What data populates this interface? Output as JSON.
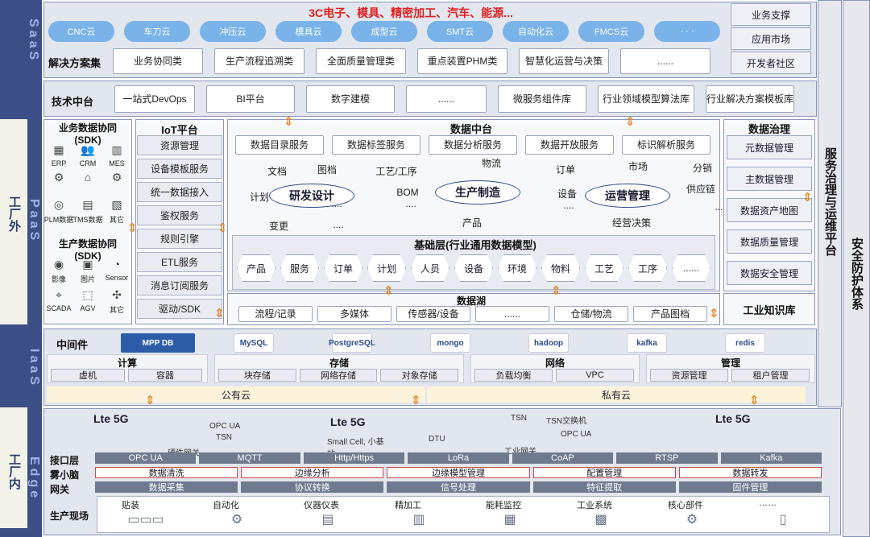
{
  "left_labels": {
    "saas": "SaaS",
    "gongchangwai": "工厂外",
    "paas": "PaaS",
    "iaas": "IaaS",
    "gongchangnei": "工厂内",
    "edge": "Edge"
  },
  "saas": {
    "headline": "3C电子、模具、精密加工、汽车、能源...",
    "clouds": [
      "CNC云",
      "车刀云",
      "冲压云",
      "模具云",
      "成型云",
      "SMT云",
      "自动化云",
      "FMCS云",
      "· · ·"
    ],
    "row_label": "解决方案集",
    "solutions": [
      "业务协同类",
      "生产流程追溯类",
      "全面质量管理类",
      "重点装置PHM类",
      "智慧化运营与决策",
      "......"
    ],
    "right": [
      "业务支撑",
      "应用市场",
      "开发者社区"
    ]
  },
  "tech": {
    "label": "技术中台",
    "items": [
      "一站式DevOps",
      "BI平台",
      "数字建模",
      "......",
      "微服务组件库",
      "行业领域模型算法库",
      "行业解决方案模板库"
    ]
  },
  "biz_sdk": {
    "title": "业务数据协同(SDK)",
    "icons": [
      "ERP",
      "CRM",
      "MES",
      "",
      "",
      "",
      "PLM数据",
      "TMS数据",
      "其它"
    ]
  },
  "prod_sdk": {
    "title": "生产数据协同(SDK)",
    "icons": [
      "影像",
      "图片",
      "Sensor",
      "SCADA",
      "AGV",
      "其它"
    ]
  },
  "iot": {
    "title": "IoT平台",
    "items": [
      "资源管理",
      "设备模板服务",
      "统一数据接入",
      "鉴权服务",
      "规则引擎",
      "ETL服务",
      "消息订阅服务",
      "驱动/SDK"
    ]
  },
  "data_center": {
    "title": "数据中台",
    "services": [
      "数据目录服务",
      "数据标签服务",
      "数据分析服务",
      "数据开放服务",
      "标识解析服务"
    ],
    "ovals": [
      "研发设计",
      "生产制造",
      "运营管理"
    ],
    "words": [
      "文档",
      "图档",
      "工艺/工序",
      "物流",
      "订单",
      "市场",
      "分销",
      "计划",
      "BOM",
      "设备",
      "供应链",
      "变更",
      "....",
      "....",
      "产品",
      "经营决策",
      "....",
      "....",
      "...."
    ],
    "base_title": "基础层(行业通用数据模型)",
    "base_items": [
      "产品",
      "服务",
      "订单",
      "计划",
      "人员",
      "设备",
      "环境",
      "物料",
      "工艺",
      "工序",
      "......"
    ]
  },
  "lake": {
    "title": "数据湖",
    "items": [
      "流程/记录",
      "多媒体",
      "传感器/设备",
      "......",
      "仓储/物流",
      "产品图档"
    ]
  },
  "governance": {
    "title": "数据治理",
    "items": [
      "元数据管理",
      "主数据管理",
      "数据资产地图",
      "数据质量管理",
      "数据安全管理"
    ],
    "kb": "工业知识库"
  },
  "svc_platform": "服务治理与运维平台",
  "security": "安全防护体系",
  "iaas": {
    "middleware": "中间件",
    "mpp": "MPP DB",
    "logos": [
      "MySQL",
      "PostgreSQL",
      "mongo",
      "hadoop",
      "kafka",
      "redis"
    ],
    "groups": [
      {
        "title": "计算",
        "items": [
          "虚机",
          "容器"
        ]
      },
      {
        "title": "存储",
        "items": [
          "块存储",
          "网络存储",
          "对象存储"
        ]
      },
      {
        "title": "网络",
        "items": [
          "负载均衡",
          "VPC"
        ]
      },
      {
        "title": "管理",
        "items": [
          "资源管理",
          "租户管理"
        ]
      }
    ],
    "public": "公有云",
    "private": "私有云"
  },
  "edge": {
    "top": [
      "Lte 5G",
      "OPC UA",
      "TSN",
      "Small Cell, 小基站",
      "Lte 5G",
      "DTU",
      "TSN",
      "TSN交换机",
      "OPC UA",
      "Lte 5G",
      "硬件网关",
      "工业网关"
    ],
    "iface_label": "接口层",
    "iface": [
      "OPC UA",
      "MQTT",
      "Http/Https",
      "LoRa",
      "CoAP",
      "RTSP",
      "Kafka"
    ],
    "fog_label": "雾小脑",
    "fog": [
      "数据清洗",
      "边缘分析",
      "边缘模型管理",
      "配置管理",
      "数据转发"
    ],
    "gw_label": "网关",
    "gw": [
      "数据采集",
      "协议转换",
      "信号处理",
      "特征提取",
      "固件管理"
    ],
    "site_label": "生产现场",
    "site": [
      "贴装",
      "自动化",
      "仪器仪表",
      "精加工",
      "能耗监控",
      "工业系统",
      "核心部件",
      "……"
    ]
  },
  "colors": {
    "layer_bg": "#e2e6ee",
    "left_bar": "#3b4f86",
    "cloud": "#79b3ea",
    "arrow": "#e08a2c",
    "headline": "#e02020"
  }
}
